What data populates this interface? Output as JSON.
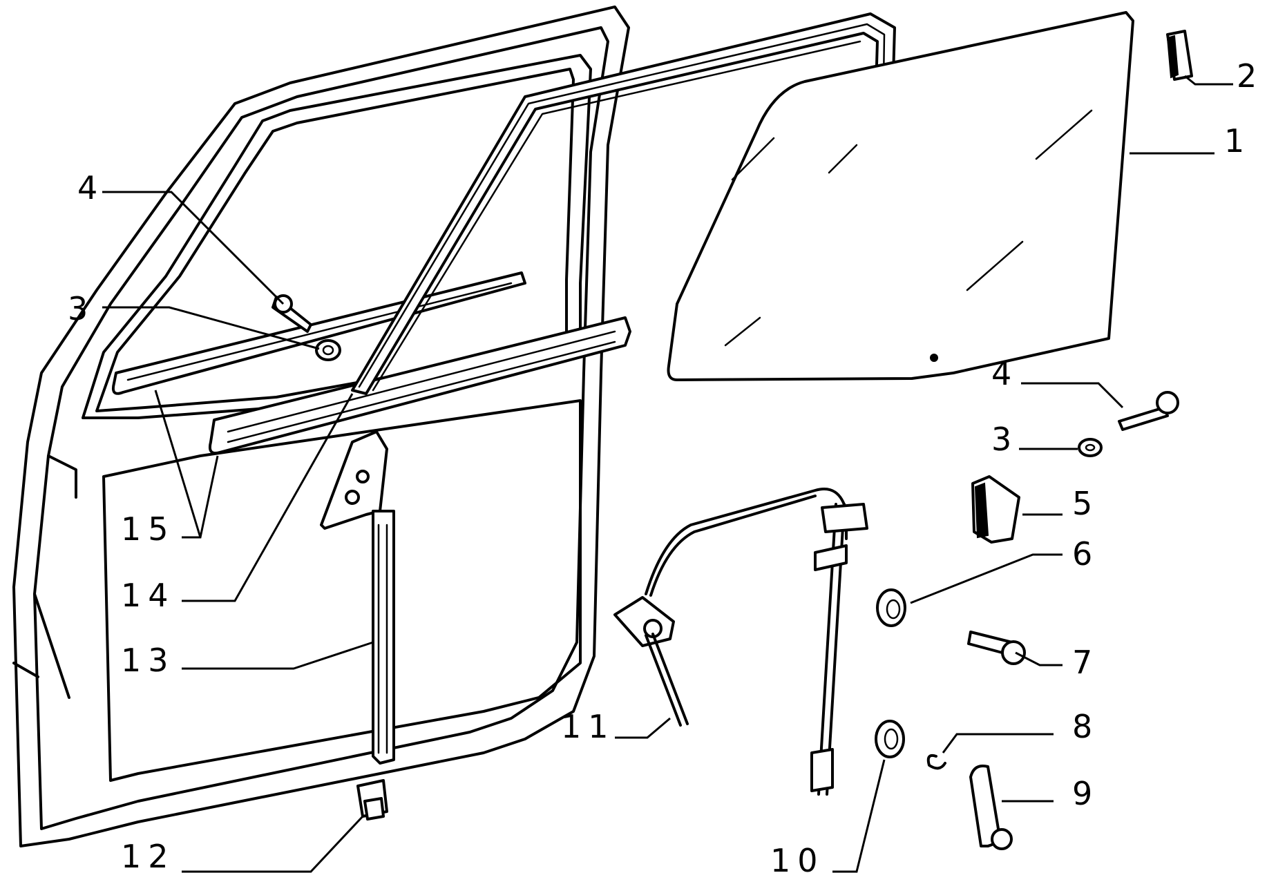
{
  "callouts": [
    {
      "id": "c1",
      "text": "1"
    },
    {
      "id": "c2",
      "text": "2"
    },
    {
      "id": "c3a",
      "text": "3"
    },
    {
      "id": "c3b",
      "text": "3"
    },
    {
      "id": "c4a",
      "text": "4"
    },
    {
      "id": "c4b",
      "text": "4"
    },
    {
      "id": "c5",
      "text": "5"
    },
    {
      "id": "c6",
      "text": "6"
    },
    {
      "id": "c7",
      "text": "7"
    },
    {
      "id": "c8",
      "text": "8"
    },
    {
      "id": "c9",
      "text": "9"
    },
    {
      "id": "c10",
      "text": "10"
    },
    {
      "id": "c11",
      "text": "11"
    },
    {
      "id": "c12",
      "text": "12"
    },
    {
      "id": "c13",
      "text": "13"
    },
    {
      "id": "c14",
      "text": "14"
    },
    {
      "id": "c15",
      "text": "15"
    }
  ]
}
